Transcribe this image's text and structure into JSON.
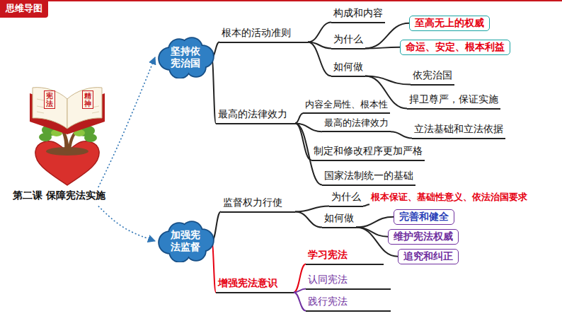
{
  "diagram": {
    "title": "思维导图",
    "nodes": [
      {
        "text": [
          "第二课 保障宪法实施"
        ]
      },
      {
        "text": [
          "坚持依宪治国"
        ]
      },
      {
        "text": [
          "根本的活动准则"
        ]
      },
      {
        "text": [
          "构成和内容"
        ]
      },
      {
        "text": [
          "为什么"
        ]
      },
      {
        "text": [
          "至高无上的权威"
        ]
      },
      {
        "text": [
          "命运、安定、根本利益"
        ]
      },
      {
        "text": [
          "如何做"
        ]
      },
      {
        "text": [
          "依宪治国"
        ]
      },
      {
        "text": [
          "捍卫尊严，保证实施"
        ]
      },
      {
        "text": [
          "最高的法律效力"
        ]
      },
      {
        "text": [
          "内容全局性、根本性"
        ]
      },
      {
        "text": [
          "最高的法律效力"
        ]
      },
      {
        "text": [
          "立法基础和立法依据"
        ]
      },
      {
        "text": [
          "制定和修改程序更加严格"
        ]
      },
      {
        "text": [
          "国家法制统一的基础"
        ]
      },
      {
        "text": [
          "加强宪法监督"
        ]
      },
      {
        "text": [
          "监督权力行使"
        ]
      },
      {
        "text": [
          "为什么"
        ]
      },
      {
        "text": [
          "根本保证、基础性意义、依法治国要求"
        ]
      },
      {
        "text": [
          "如何做"
        ]
      },
      {
        "text": [
          "完善和健全"
        ]
      },
      {
        "text": [
          "维护宪法权威"
        ]
      },
      {
        "text": [
          "追究和纠正"
        ]
      },
      {
        "text": [
          "增强宪法意识"
        ]
      },
      {
        "text": [
          "学习宪法"
        ]
      },
      {
        "text": [
          "认同宪法"
        ]
      },
      {
        "text": [
          "践行宪法"
        ]
      }
    ],
    "edges": [
      {
        "from": 0,
        "to": 1,
        "arrow": "to"
      },
      {
        "from": 0,
        "to": 16,
        "arrow": "to"
      },
      {
        "from": 1,
        "to": 2,
        "arrow": "none"
      },
      {
        "from": 2,
        "to": 3,
        "arrow": "none"
      },
      {
        "from": 2,
        "to": 4,
        "arrow": "none"
      },
      {
        "from": 4,
        "to": 5,
        "arrow": "none"
      },
      {
        "from": 4,
        "to": 6,
        "arrow": "none"
      },
      {
        "from": 2,
        "to": 7,
        "arrow": "none"
      },
      {
        "from": 7,
        "to": 8,
        "arrow": "none"
      },
      {
        "from": 7,
        "to": 9,
        "arrow": "none"
      },
      {
        "from": 1,
        "to": 10,
        "arrow": "none"
      },
      {
        "from": 10,
        "to": 11,
        "arrow": "none"
      },
      {
        "from": 10,
        "to": 12,
        "arrow": "none"
      },
      {
        "from": 12,
        "to": 13,
        "arrow": "none"
      },
      {
        "from": 10,
        "to": 14,
        "arrow": "none"
      },
      {
        "from": 10,
        "to": 15,
        "arrow": "none"
      },
      {
        "from": 16,
        "to": 17,
        "arrow": "none"
      },
      {
        "from": 17,
        "to": 18,
        "arrow": "none"
      },
      {
        "from": 18,
        "to": 19,
        "arrow": "none"
      },
      {
        "from": 17,
        "to": 20,
        "arrow": "none"
      },
      {
        "from": 20,
        "to": 21,
        "arrow": "none"
      },
      {
        "from": 20,
        "to": 22,
        "arrow": "none"
      },
      {
        "from": 20,
        "to": 23,
        "arrow": "none"
      },
      {
        "from": 16,
        "to": 24,
        "arrow": "none"
      },
      {
        "from": 24,
        "to": 25,
        "arrow": "none"
      },
      {
        "from": 24,
        "to": 26,
        "arrow": "none"
      },
      {
        "from": 24,
        "to": 27,
        "arrow": "none"
      }
    ],
    "labels": [
      "宪法",
      "精神"
    ]
  }
}
